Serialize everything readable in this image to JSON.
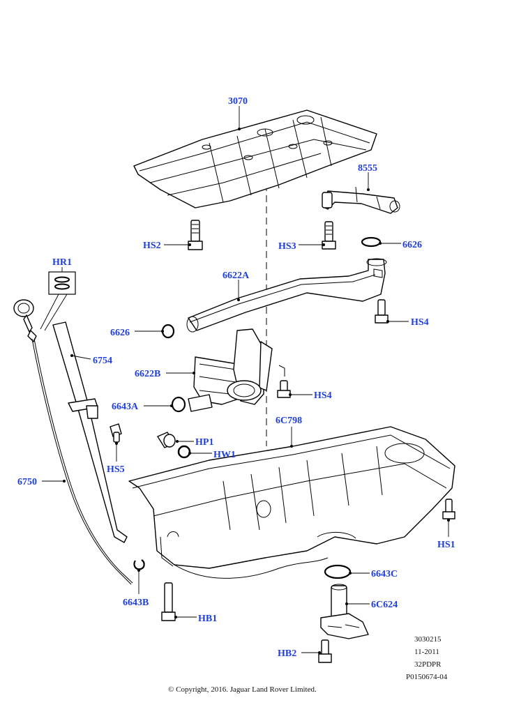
{
  "labels": {
    "p3070": "3070",
    "p8555": "8555",
    "hs2": "HS2",
    "hs3": "HS3",
    "p6626a": "6626",
    "p6622a": "6622A",
    "hr1": "HR1",
    "p6626b": "6626",
    "hs4a": "HS4",
    "p6754": "6754",
    "p6622b": "6622B",
    "hs4b": "HS4",
    "p6643a": "6643A",
    "p6c798": "6C798",
    "hp1": "HP1",
    "hw1": "HW1",
    "hs5": "HS5",
    "p6750": "6750",
    "hs1": "HS1",
    "p6643c": "6643C",
    "p6c624": "6C624",
    "p6643b": "6643B",
    "hb1": "HB1",
    "hb2": "HB2"
  },
  "meta": {
    "line1": "3030215",
    "line2": "11-2011",
    "line3": "32PDPR",
    "line4": "P0150674-04"
  },
  "copyright": "© Copyright, 2016. Jaguar Land Rover Limited.",
  "colors": {
    "label": "#1f3fd8",
    "line": "#000000"
  }
}
